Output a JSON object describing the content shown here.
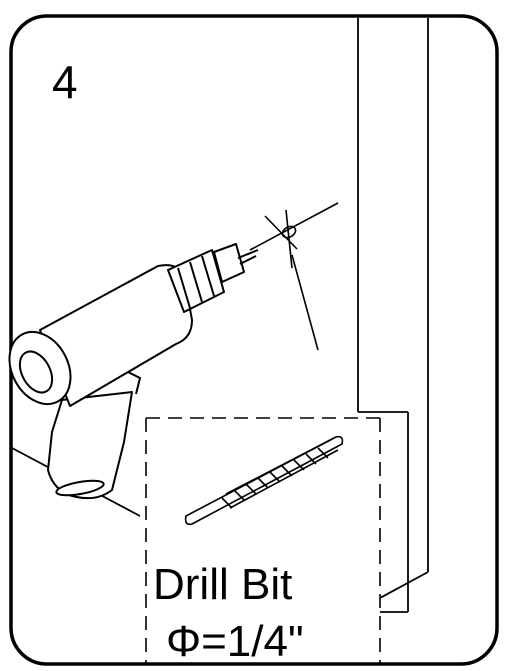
{
  "step": {
    "number": "4"
  },
  "inset": {
    "title": "Drill Bit",
    "size": "Φ=1/4\""
  },
  "colors": {
    "ink": "#000000",
    "paper": "#ffffff"
  },
  "icons": {
    "drill": "power-drill-icon",
    "bit": "drill-bit-icon",
    "target": "drill-mark-crosshair-icon"
  }
}
